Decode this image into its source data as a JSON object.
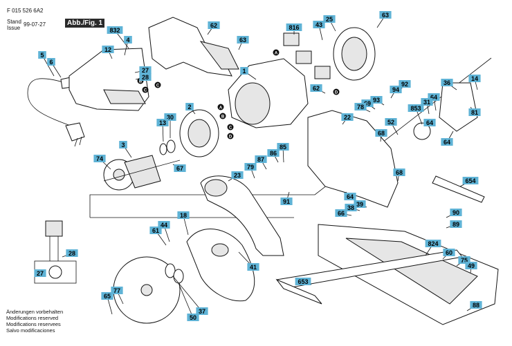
{
  "header": {
    "doc_number": "F 015 526 6A2",
    "stand_label": "Stand",
    "issue_label": "Issue",
    "date": "99-07-27",
    "figure_label": "Abb./Fig. 1"
  },
  "notes": [
    "Änderungen vorbehalten",
    "Modifications reserved",
    "Modifications reservees",
    "Salvo modificaciones"
  ],
  "wiring_markers": [
    "A",
    "B",
    "C",
    "D"
  ],
  "parts": [
    {
      "id": "p832",
      "label": "832"
    },
    {
      "id": "p62a",
      "label": "62"
    },
    {
      "id": "p63a",
      "label": "63"
    },
    {
      "id": "p816",
      "label": "816"
    },
    {
      "id": "p25",
      "label": "25"
    },
    {
      "id": "p63b",
      "label": "63"
    },
    {
      "id": "p43",
      "label": "43"
    },
    {
      "id": "p12",
      "label": "12"
    },
    {
      "id": "p4",
      "label": "4"
    },
    {
      "id": "p5",
      "label": "5"
    },
    {
      "id": "p6",
      "label": "6"
    },
    {
      "id": "p27a",
      "label": "27"
    },
    {
      "id": "p28a",
      "label": "28"
    },
    {
      "id": "p1",
      "label": "1"
    },
    {
      "id": "p62b",
      "label": "62"
    },
    {
      "id": "p92",
      "label": "92"
    },
    {
      "id": "p94",
      "label": "94"
    },
    {
      "id": "p93",
      "label": "93"
    },
    {
      "id": "p69",
      "label": "69"
    },
    {
      "id": "p78",
      "label": "78"
    },
    {
      "id": "p36",
      "label": "36"
    },
    {
      "id": "p14",
      "label": "14"
    },
    {
      "id": "p64a",
      "label": "64"
    },
    {
      "id": "p31",
      "label": "31"
    },
    {
      "id": "p853",
      "label": "853"
    },
    {
      "id": "p81",
      "label": "81"
    },
    {
      "id": "p2",
      "label": "2"
    },
    {
      "id": "p30",
      "label": "30"
    },
    {
      "id": "p13",
      "label": "13"
    },
    {
      "id": "p22",
      "label": "22"
    },
    {
      "id": "p52",
      "label": "52"
    },
    {
      "id": "p64b",
      "label": "64"
    },
    {
      "id": "p64c",
      "label": "64"
    },
    {
      "id": "p68a",
      "label": "68"
    },
    {
      "id": "p3",
      "label": "3"
    },
    {
      "id": "p74",
      "label": "74"
    },
    {
      "id": "p67",
      "label": "67"
    },
    {
      "id": "p86",
      "label": "86"
    },
    {
      "id": "p85",
      "label": "85"
    },
    {
      "id": "p87",
      "label": "87"
    },
    {
      "id": "p79",
      "label": "79"
    },
    {
      "id": "p23",
      "label": "23"
    },
    {
      "id": "p68b",
      "label": "68"
    },
    {
      "id": "p654",
      "label": "654"
    },
    {
      "id": "p64d",
      "label": "64"
    },
    {
      "id": "p39",
      "label": "39"
    },
    {
      "id": "p38",
      "label": "38"
    },
    {
      "id": "p91",
      "label": "91"
    },
    {
      "id": "p66",
      "label": "66"
    },
    {
      "id": "p90",
      "label": "90"
    },
    {
      "id": "p89",
      "label": "89"
    },
    {
      "id": "p18",
      "label": "18"
    },
    {
      "id": "p44",
      "label": "44"
    },
    {
      "id": "p61",
      "label": "61"
    },
    {
      "id": "p28b",
      "label": "28"
    },
    {
      "id": "p27b",
      "label": "27"
    },
    {
      "id": "p824",
      "label": "824"
    },
    {
      "id": "p60",
      "label": "60"
    },
    {
      "id": "p75",
      "label": "75"
    },
    {
      "id": "p49",
      "label": "49"
    },
    {
      "id": "p41",
      "label": "41"
    },
    {
      "id": "p653",
      "label": "653"
    },
    {
      "id": "p77",
      "label": "77"
    },
    {
      "id": "p65",
      "label": "65"
    },
    {
      "id": "p50",
      "label": "50"
    },
    {
      "id": "p37",
      "label": "37"
    },
    {
      "id": "p88",
      "label": "88"
    }
  ]
}
